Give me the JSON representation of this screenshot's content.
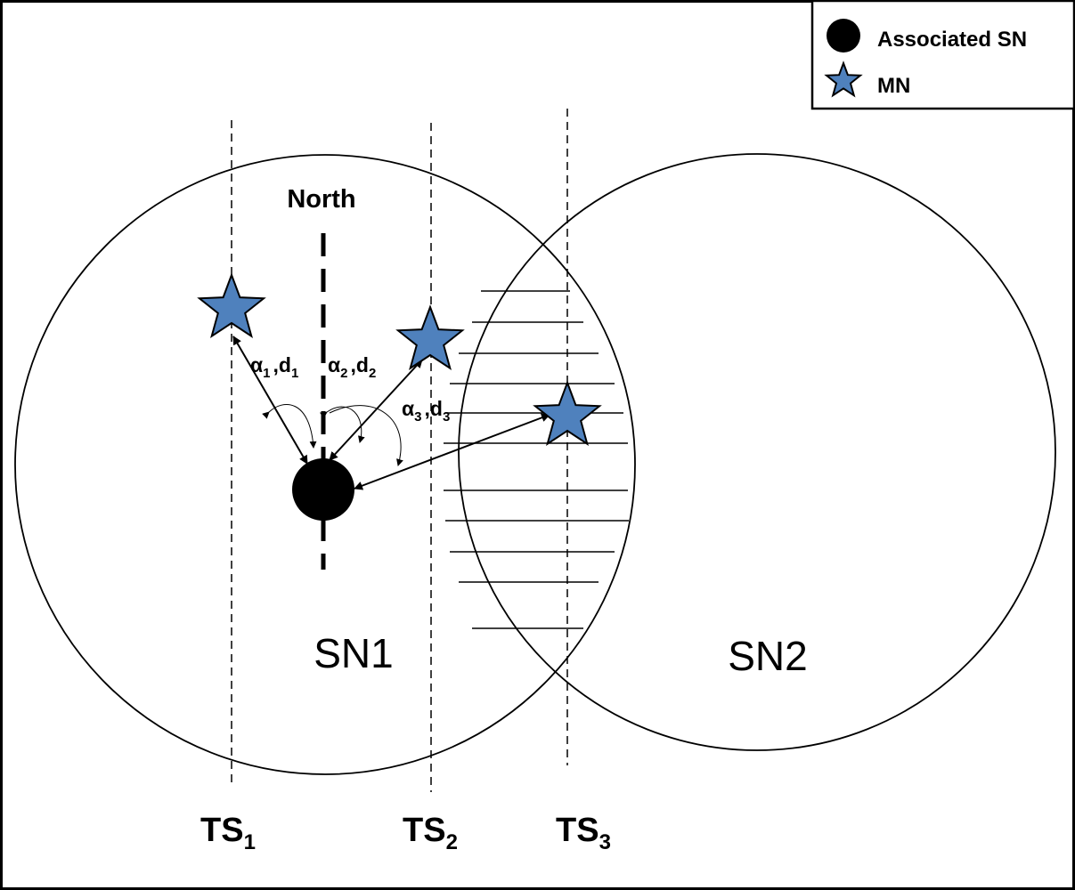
{
  "legend": {
    "items": [
      {
        "label": "Associated SN",
        "icon": "filled-circle-icon"
      },
      {
        "label": "MN",
        "icon": "star-icon"
      }
    ]
  },
  "direction_label": "North",
  "nodes": {
    "sn1": {
      "label": "SN1"
    },
    "sn2": {
      "label": "SN2"
    }
  },
  "time_slots": [
    {
      "label": "TS",
      "sub": "1"
    },
    {
      "label": "TS",
      "sub": "2"
    },
    {
      "label": "TS",
      "sub": "3"
    }
  ],
  "vectors": [
    {
      "alpha": "α",
      "alpha_sub": "1",
      "sep": ",",
      "d": "d",
      "d_sub": "1"
    },
    {
      "alpha": "α",
      "alpha_sub": "2",
      "sep": ",",
      "d": "d",
      "d_sub": "2"
    },
    {
      "alpha": "α",
      "alpha_sub": "3",
      "sep": ",",
      "d": "d",
      "d_sub": "3"
    }
  ],
  "colors": {
    "star_fill": "#4f81bd",
    "line": "#000000",
    "background": "#ffffff"
  }
}
